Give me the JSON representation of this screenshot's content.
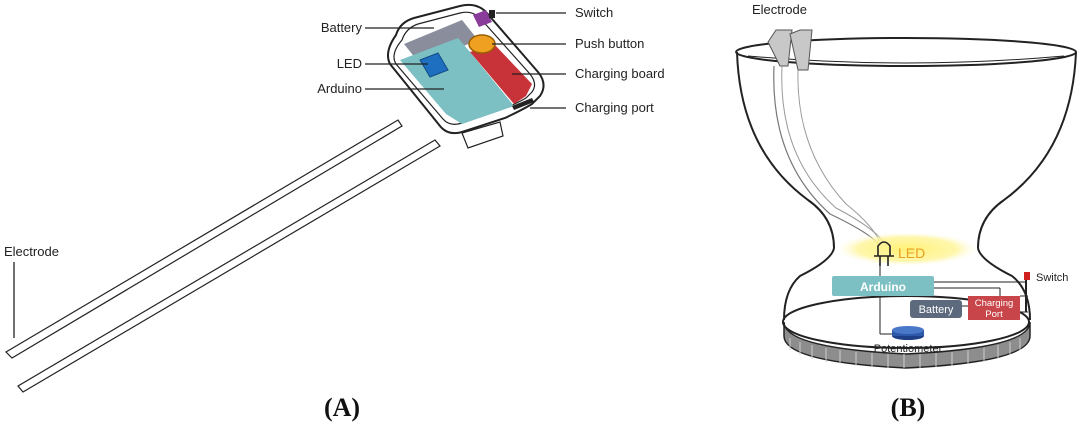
{
  "panel_a": {
    "caption": "(A)",
    "labels": {
      "battery": "Battery",
      "led": "LED",
      "arduino": "Arduino",
      "switch": "Switch",
      "push_button": "Push button",
      "charging_board": "Charging board",
      "charging_port": "Charging port",
      "electrode": "Electrode"
    }
  },
  "panel_b": {
    "caption": "(B)",
    "labels": {
      "electrode": "Electrode",
      "led": "LED",
      "arduino": "Arduino",
      "switch": "Switch",
      "battery": "Battery",
      "charging_port_line1": "Charging",
      "charging_port_line2": "Port",
      "potentiometer": "Potentiometer"
    }
  },
  "colors": {
    "battery": "#8a8d9c",
    "led_block": "#1f6fc0",
    "arduino": "#7cc0c3",
    "charging_board": "#c8333a",
    "push_button": "#f0a020",
    "switch": "#8a3c9a",
    "led_glow": "#fff3a0",
    "b_battery": "#5d6a7e",
    "b_charging": "#c8464a",
    "potentiometer": "#2e58a8"
  }
}
